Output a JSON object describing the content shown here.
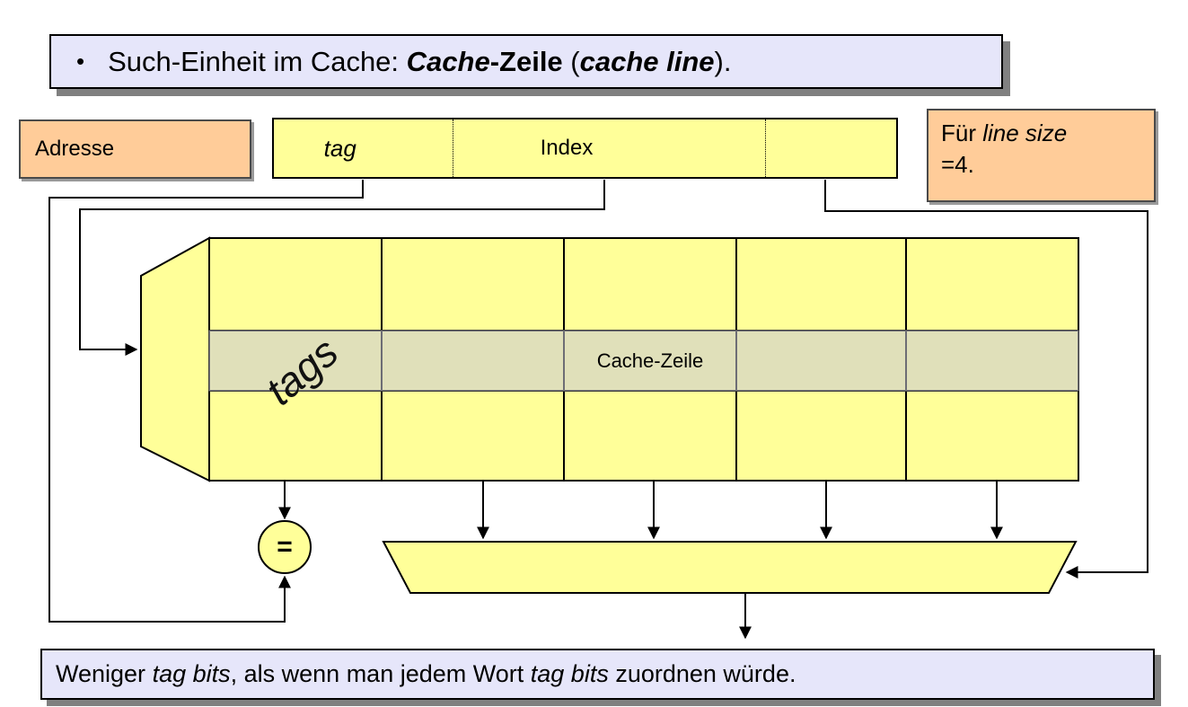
{
  "title": {
    "bullet": "•",
    "run1": "Such-Einheit im Cache: ",
    "run2": "Cache",
    "run3": "-Zeile",
    "run4": " (",
    "run5": "cache line",
    "run6": ")."
  },
  "address": {
    "label": "Adresse",
    "field_tag": "tag",
    "field_index": "Index",
    "field_offset": ""
  },
  "note": {
    "run1": "Für ",
    "run2": "line size",
    "run3": "=4."
  },
  "cache": {
    "row_label": "Cache-Zeile",
    "tags_label": "tags",
    "columns": 5,
    "rows": 3
  },
  "comparator": {
    "symbol": "="
  },
  "footer": {
    "run1": "Weniger ",
    "run2": "tag bits",
    "run3": ", als wenn man jedem Wort ",
    "run4": "tag bits",
    "run5": " zuordnen würde."
  },
  "colors": {
    "box_fill_yellow": "#ffff99",
    "box_fill_orange": "#ffcc99",
    "box_fill_lavender": "#e6e6fa",
    "highlight_row": "#e2e2bb",
    "shadow_gray": "#808080",
    "line_black": "#000000"
  }
}
